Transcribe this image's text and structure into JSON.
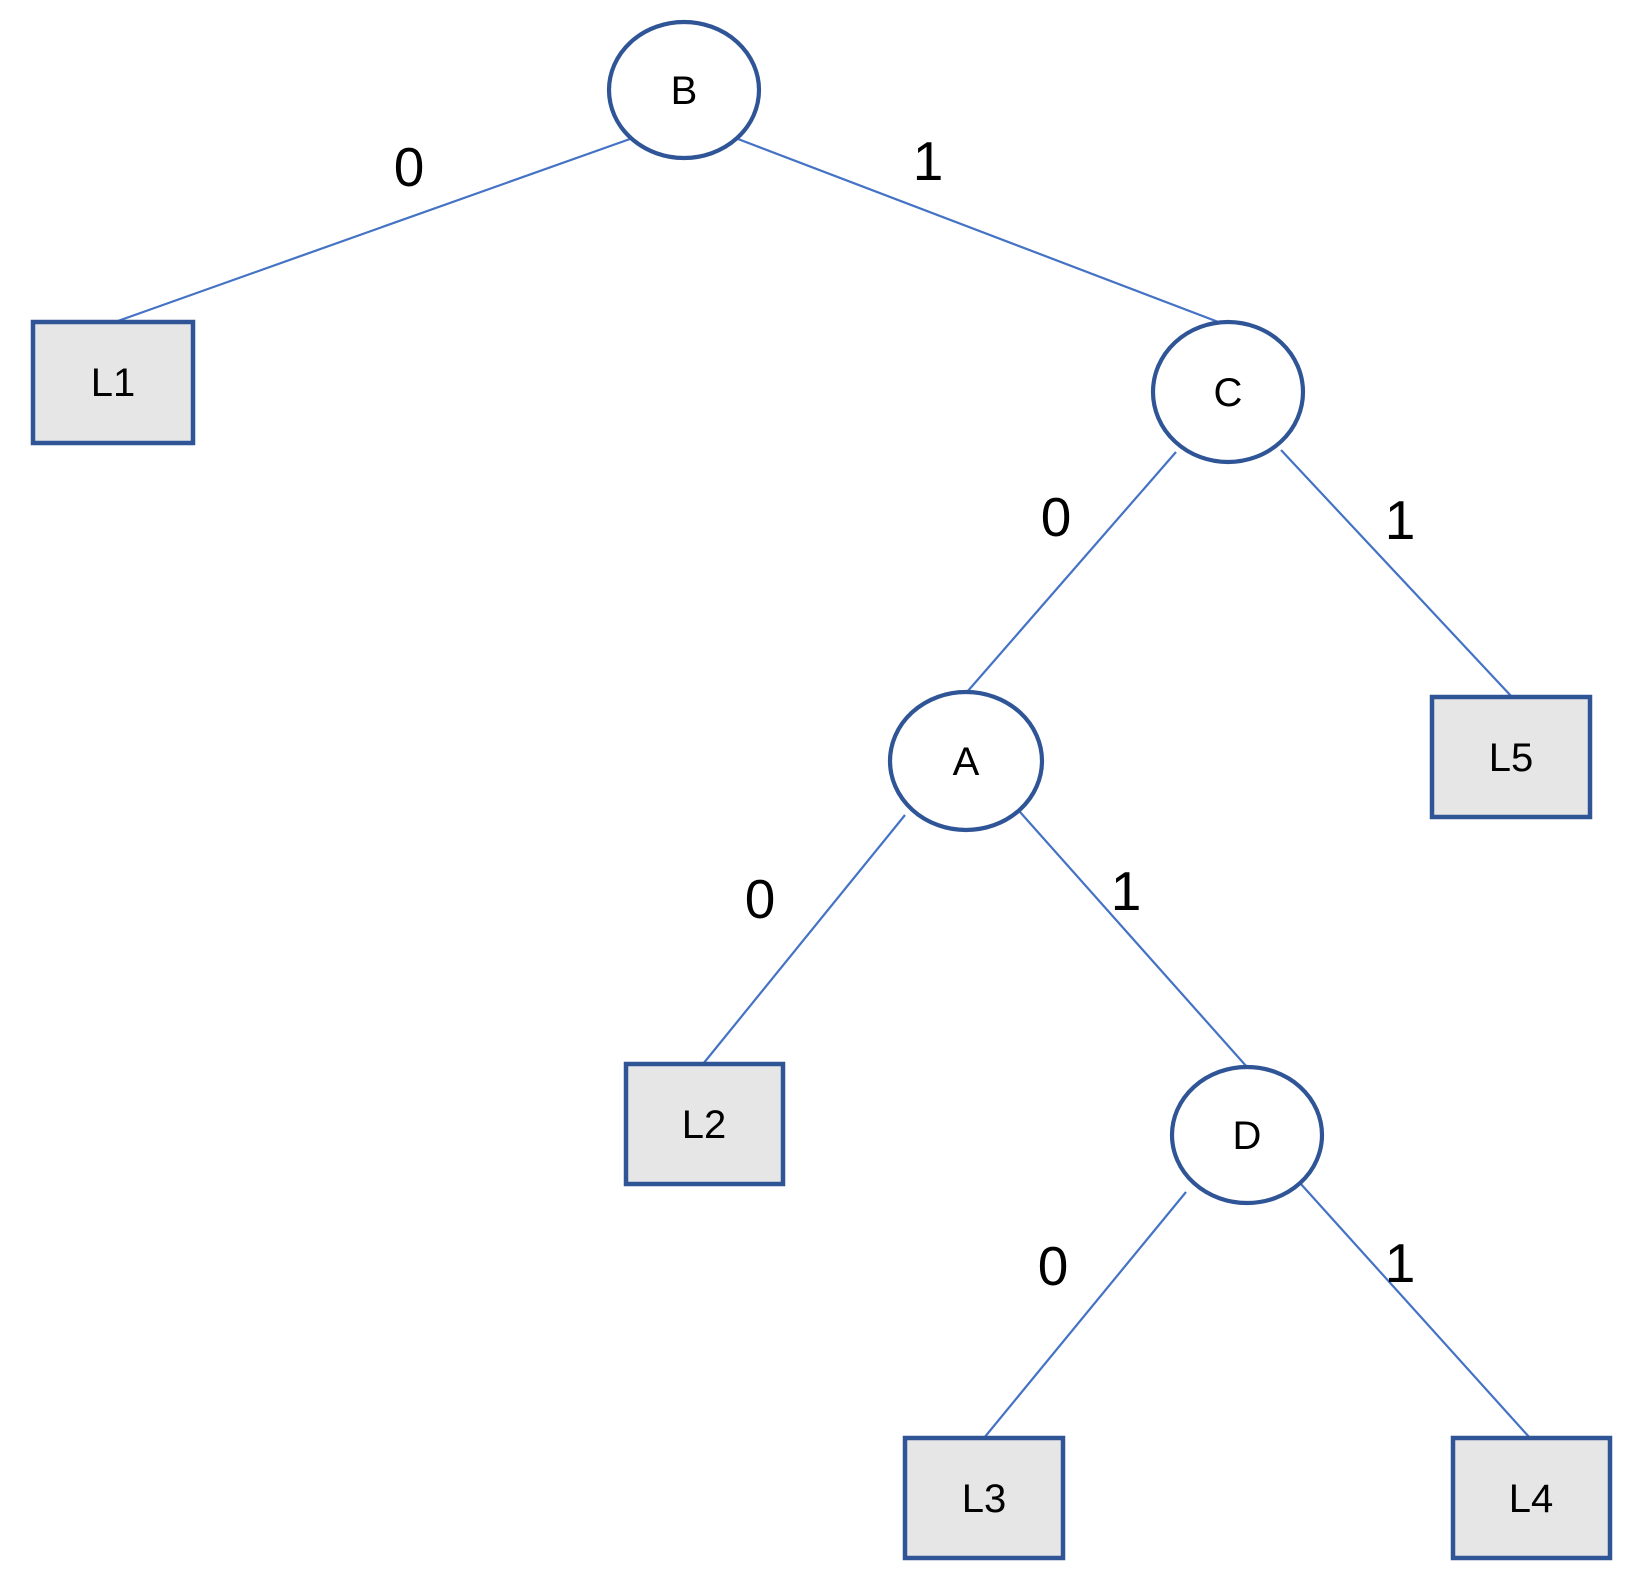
{
  "diagram": {
    "type": "binary-tree",
    "description": "Binary coding tree with internal decision nodes (circles) and leaf nodes (rectangles); branches labeled 0 (left) and 1 (right)",
    "colors": {
      "node_border": "#2F5597",
      "edge_line": "#4472C4",
      "leaf_fill": "#E7E6E6",
      "internal_fill": "#FFFFFF",
      "label_text": "#000000"
    },
    "nodes": [
      {
        "id": "B",
        "label": "B",
        "shape": "circle",
        "role": "root"
      },
      {
        "id": "C",
        "label": "C",
        "shape": "circle",
        "role": "internal"
      },
      {
        "id": "A",
        "label": "A",
        "shape": "circle",
        "role": "internal"
      },
      {
        "id": "D",
        "label": "D",
        "shape": "circle",
        "role": "internal"
      },
      {
        "id": "L1",
        "label": "L1",
        "shape": "rect",
        "role": "leaf"
      },
      {
        "id": "L2",
        "label": "L2",
        "shape": "rect",
        "role": "leaf"
      },
      {
        "id": "L3",
        "label": "L3",
        "shape": "rect",
        "role": "leaf"
      },
      {
        "id": "L4",
        "label": "L4",
        "shape": "rect",
        "role": "leaf"
      },
      {
        "id": "L5",
        "label": "L5",
        "shape": "rect",
        "role": "leaf"
      }
    ],
    "edges": [
      {
        "from": "B",
        "to": "L1",
        "label": "0"
      },
      {
        "from": "B",
        "to": "C",
        "label": "1"
      },
      {
        "from": "C",
        "to": "A",
        "label": "0"
      },
      {
        "from": "C",
        "to": "L5",
        "label": "1"
      },
      {
        "from": "A",
        "to": "L2",
        "label": "0"
      },
      {
        "from": "A",
        "to": "D",
        "label": "1"
      },
      {
        "from": "D",
        "to": "L3",
        "label": "0"
      },
      {
        "from": "D",
        "to": "L4",
        "label": "1"
      }
    ]
  }
}
